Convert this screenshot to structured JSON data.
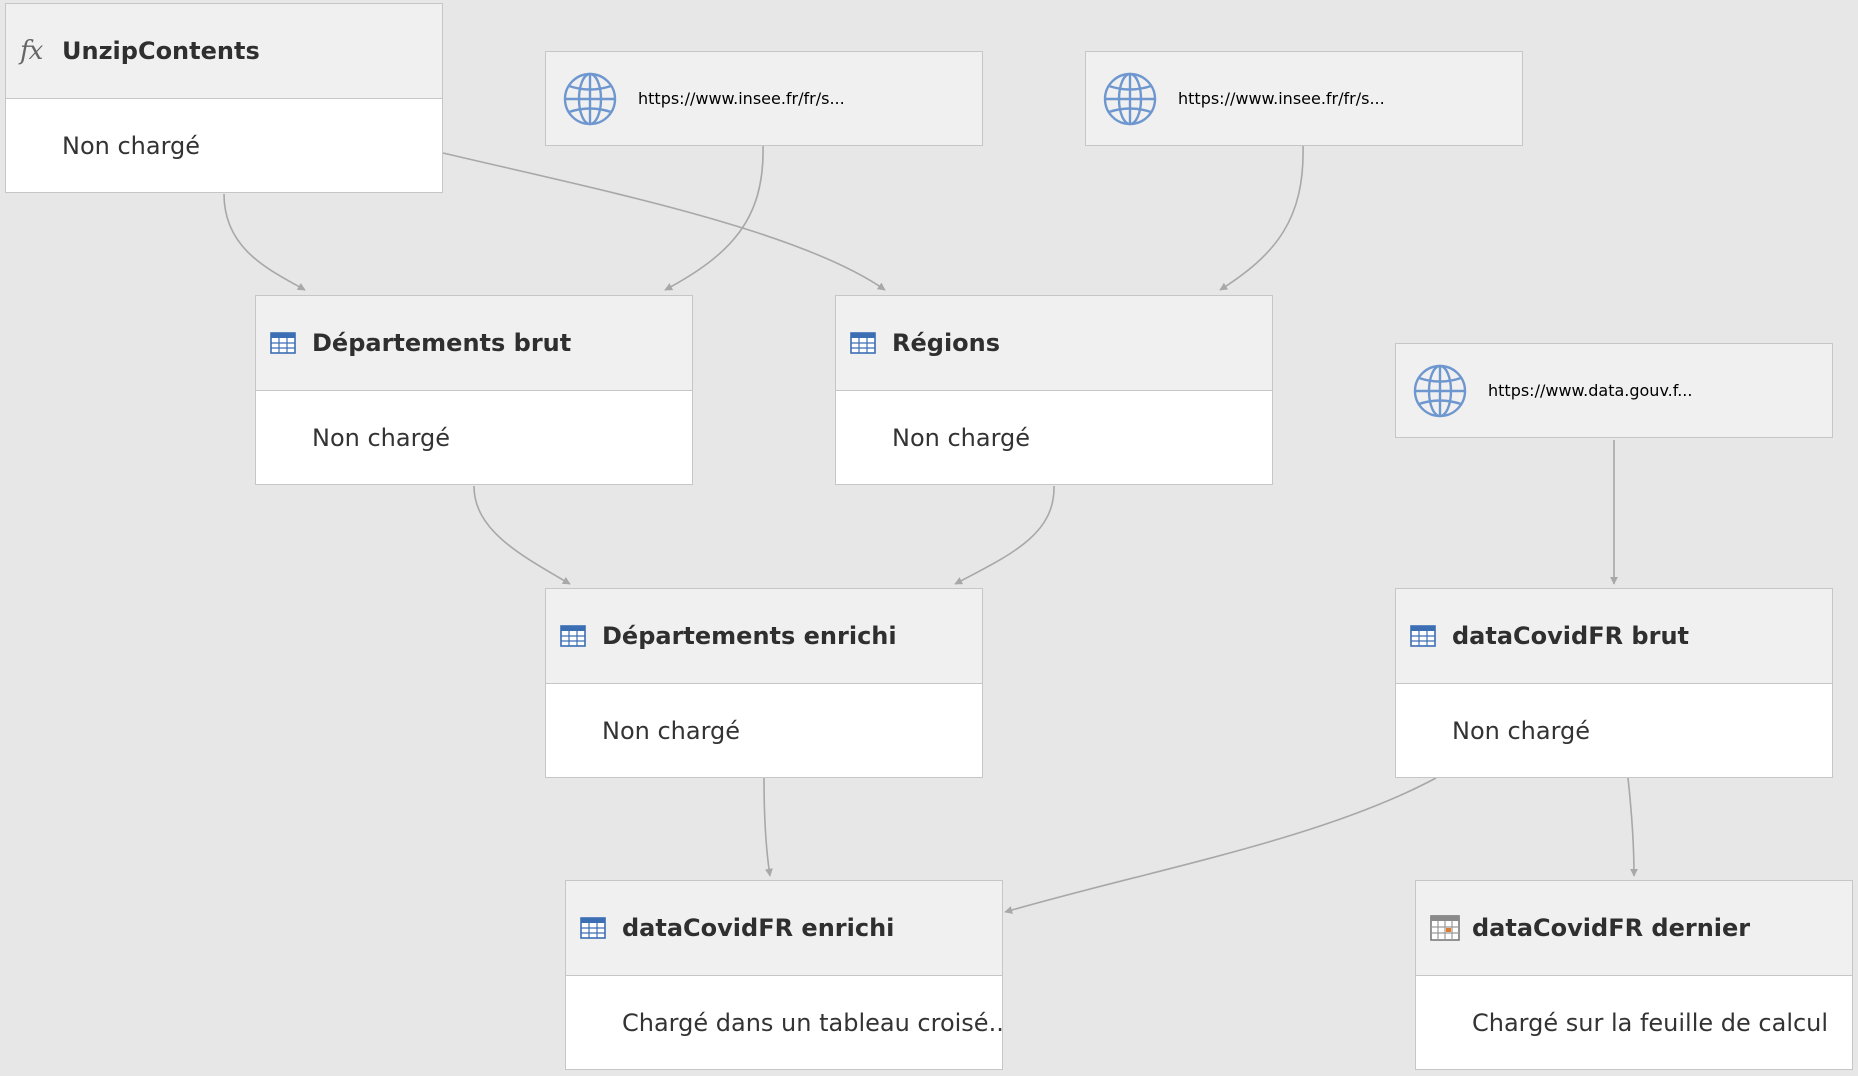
{
  "nodes": {
    "unzip": {
      "title": "UnzipContents",
      "status": "Non chargé",
      "icon": "fx-icon"
    },
    "insee1": {
      "title": "https://www.insee.fr/fr/s...",
      "icon": "globe-icon"
    },
    "insee2": {
      "title": "https://www.insee.fr/fr/s...",
      "icon": "globe-icon"
    },
    "datagouv": {
      "title": "https://www.data.gouv.f...",
      "icon": "globe-icon"
    },
    "dep_brut": {
      "title": "Départements brut",
      "status": "Non chargé",
      "icon": "table-icon"
    },
    "regions": {
      "title": "Régions",
      "status": "Non chargé",
      "icon": "table-icon"
    },
    "dep_enrichi": {
      "title": "Départements enrichi",
      "status": "Non chargé",
      "icon": "table-icon"
    },
    "covid_brut": {
      "title": "dataCovidFR brut",
      "status": "Non chargé",
      "icon": "table-icon"
    },
    "covid_enrichi": {
      "title": "dataCovidFR enrichi",
      "status": "Chargé dans un tableau croisé...",
      "icon": "table-icon"
    },
    "covid_dernier": {
      "title": "dataCovidFR dernier",
      "status": "Chargé sur la feuille de calcul",
      "icon": "worksheet-table-icon"
    }
  },
  "colors": {
    "background": "#e7e7e7",
    "edge": "#a8a8a8",
    "table_icon": "#3c6eb4",
    "globe_icon": "#6f97cf",
    "worksheet_accent": "#e07a2c"
  }
}
